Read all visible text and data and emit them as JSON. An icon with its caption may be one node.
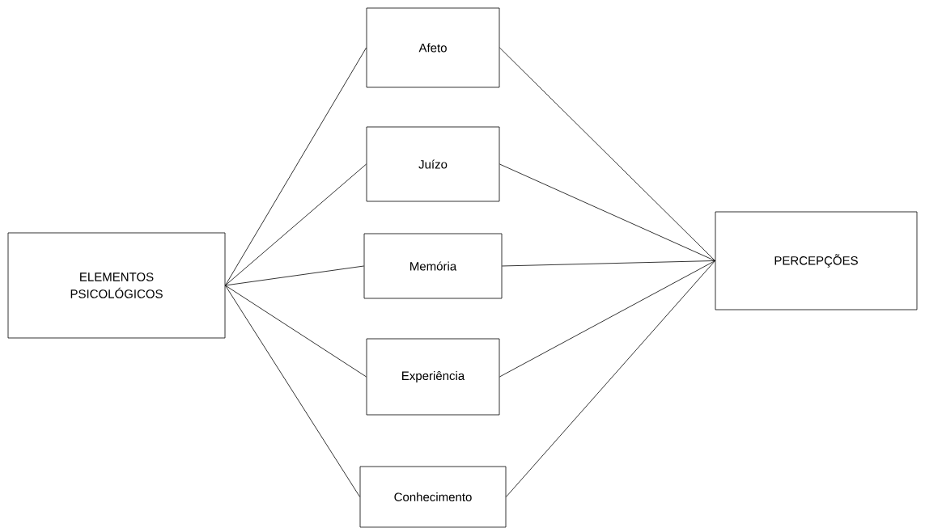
{
  "diagram": {
    "nodes": [
      {
        "text": [
          "ELEMENTOS PSICOLÓGICOS"
        ]
      },
      {
        "text": [
          "Afeto"
        ]
      },
      {
        "text": [
          "Juízo"
        ]
      },
      {
        "text": [
          "Memória"
        ]
      },
      {
        "text": [
          "Experiência"
        ]
      },
      {
        "text": [
          "Conhecimento"
        ]
      },
      {
        "text": [
          "PERCEPÇÕES"
        ]
      }
    ],
    "edges": [
      {
        "from": 0,
        "to": 1,
        "arrow": "none"
      },
      {
        "from": 0,
        "to": 2,
        "arrow": "none"
      },
      {
        "from": 0,
        "to": 3,
        "arrow": "none"
      },
      {
        "from": 0,
        "to": 4,
        "arrow": "none"
      },
      {
        "from": 0,
        "to": 5,
        "arrow": "none"
      },
      {
        "from": 1,
        "to": 6,
        "arrow": "none"
      },
      {
        "from": 2,
        "to": 6,
        "arrow": "none"
      },
      {
        "from": 3,
        "to": 6,
        "arrow": "none"
      },
      {
        "from": 4,
        "to": 6,
        "arrow": "none"
      },
      {
        "from": 5,
        "to": 6,
        "arrow": "none"
      }
    ]
  }
}
